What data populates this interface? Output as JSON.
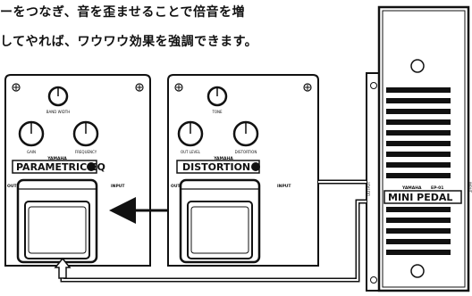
{
  "caption": {
    "line1": "ーをつなぎ、音を歪ませることで倍音を増",
    "line2": "してやれば、ワウワウ効果を強調できます。"
  },
  "eq_pedal": {
    "brand": "YAMAHA",
    "name": "PARAMETRIC EQ",
    "knob_top_label": "BAND WIDTH",
    "knob_left_label": "GAIN",
    "knob_right_label": "FREQUENCY",
    "output_label": "OUTPUT",
    "input_label": "INPUT"
  },
  "dist_pedal": {
    "brand": "YAMAHA",
    "name": "DISTORTION",
    "knob_top_label": "TONE",
    "knob_left_label": "OUT LEVEL",
    "knob_right_label": "DISTORTION",
    "output_label": "OUTPUT",
    "input_label": "INPUT"
  },
  "mini_pedal": {
    "brand": "YAMAHA",
    "model": "EP-01",
    "name": "MINI PEDAL",
    "output_label": "OUTPUT",
    "input_label": "INPUT"
  }
}
